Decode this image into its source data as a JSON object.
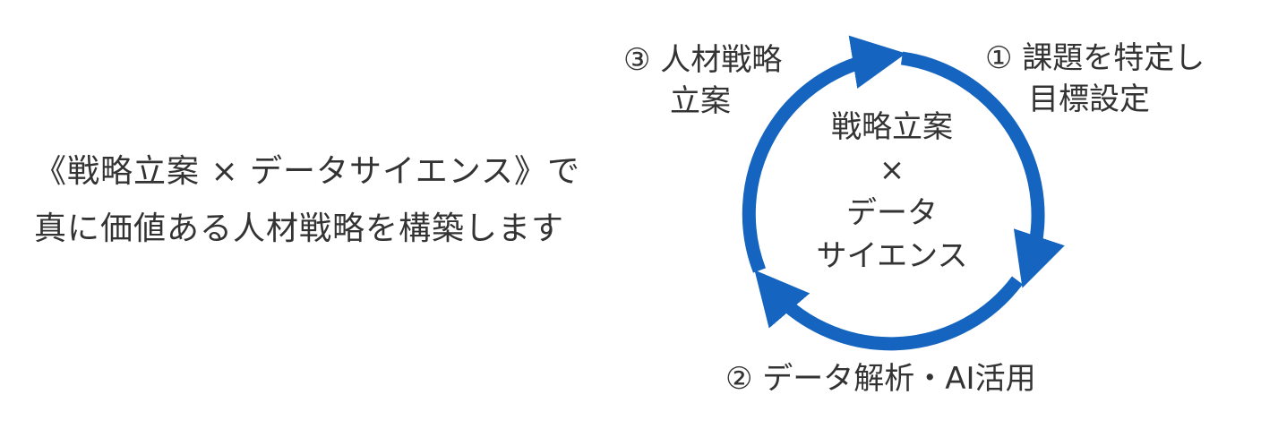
{
  "tagline": {
    "line1": "《戦略立案 × データサイエンス》で",
    "line2": "真に価値ある人材戦略を構築します"
  },
  "cycle": {
    "center": {
      "line1": "戦略立案",
      "line2": "×",
      "line3": "データ",
      "line4": "サイエンス"
    },
    "steps": [
      {
        "line1": "① 課題を特定し",
        "line2": "目標設定"
      },
      {
        "line1": "② データ解析・AI活用"
      },
      {
        "line1": "③ 人材戦略",
        "line2": "立案"
      }
    ],
    "arrow_color": "#1565c0"
  }
}
